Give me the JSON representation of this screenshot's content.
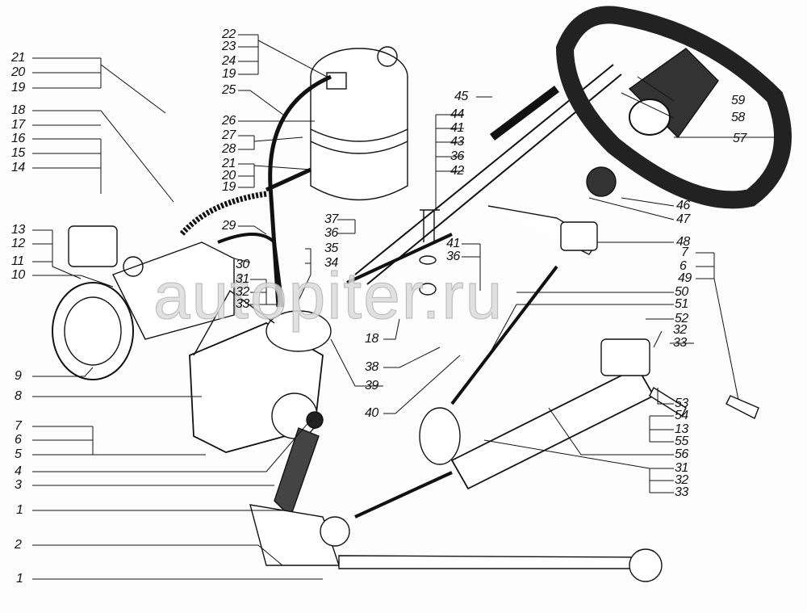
{
  "watermark": "autopiter.ru",
  "labels": {
    "left": [
      "21",
      "20",
      "19",
      "18",
      "17",
      "16",
      "15",
      "14",
      "13",
      "12",
      "11",
      "10",
      "9",
      "8",
      "7",
      "6",
      "5",
      "4",
      "3",
      "1",
      "2",
      "1"
    ],
    "top_mid": [
      "22",
      "23",
      "24",
      "19",
      "25",
      "26",
      "27",
      "28",
      "21",
      "20",
      "19",
      "29",
      "30",
      "31",
      "32",
      "33",
      "35",
      "34",
      "37",
      "36",
      "18",
      "38",
      "39",
      "40"
    ],
    "mid": [
      "45",
      "44",
      "41",
      "43",
      "36",
      "42",
      "41",
      "36"
    ],
    "right": [
      "59",
      "58",
      "57",
      "46",
      "47",
      "48",
      "7",
      "6",
      "49",
      "50",
      "51",
      "52",
      "32",
      "33",
      "53",
      "54",
      "13",
      "55",
      "56",
      "31",
      "32",
      "33"
    ]
  }
}
